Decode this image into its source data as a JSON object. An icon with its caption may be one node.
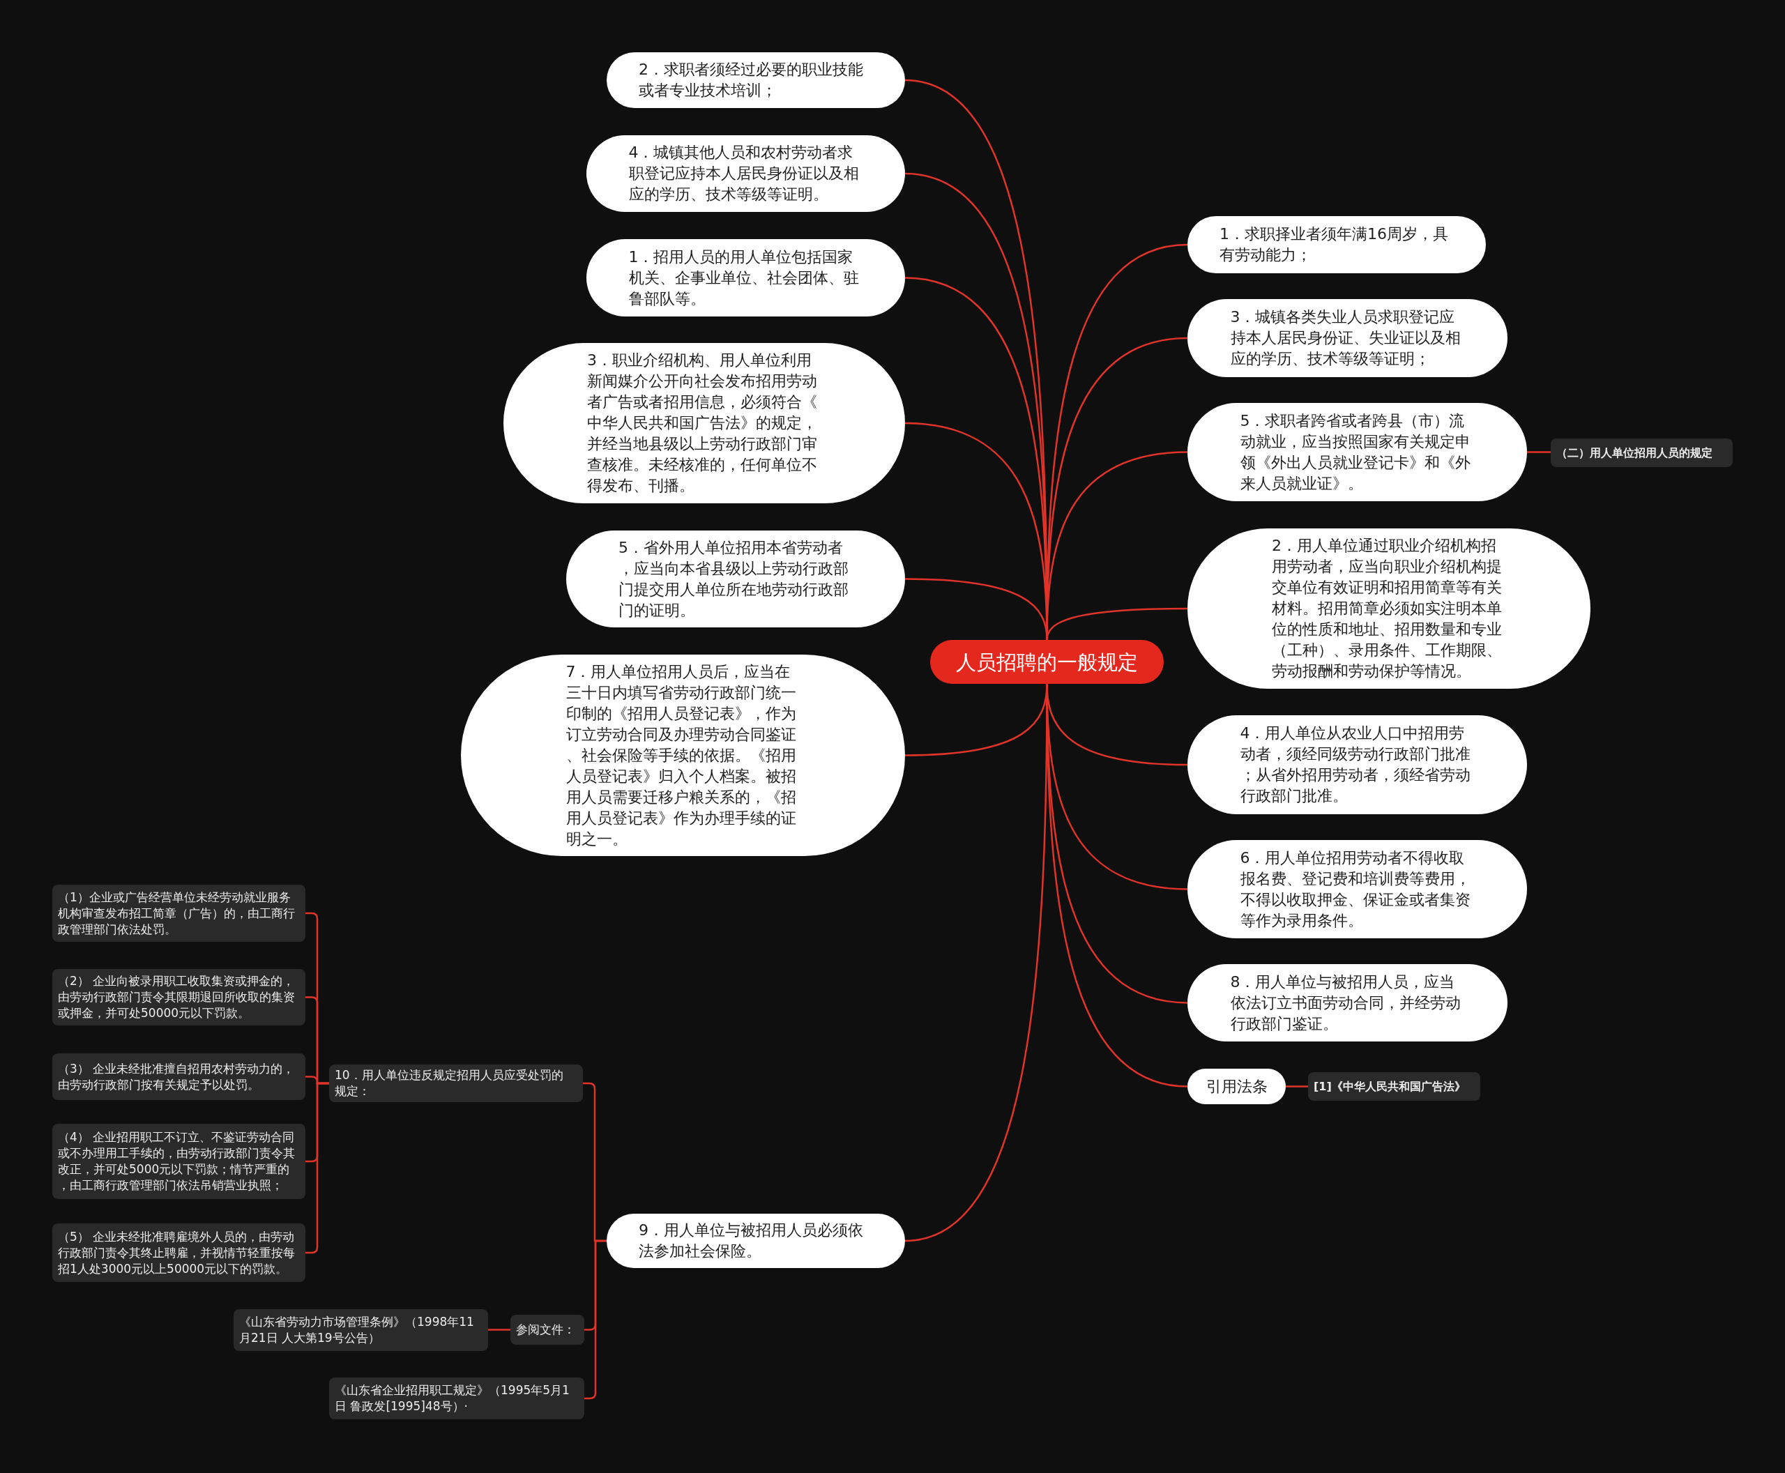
{
  "diagram": {
    "nodes": [
      {
        "text": [
          "人员招聘的一般规定"
        ]
      },
      {
        "text": [
          "2．求职者须经过必要的职业技能或者专业技术培训；"
        ]
      },
      {
        "text": [
          "4．城镇其他人员和农村劳动者求职登记应持本人居民身份证以及相应的学历、技术等级等证明。"
        ]
      },
      {
        "text": [
          "1．招用人员的用人单位包括国家机关、企事业单位、社会团体、驻鲁部队等。"
        ]
      },
      {
        "text": [
          "3．职业介绍机构、用人单位利用新闻媒介公开向社会发布招用劳动者广告或者招用信息，必须符合《中华人民共和国广告法》的规定，并经当地县级以上劳动行政部门审查核准。未经核准的，任何单位不得发布、刊播。"
        ]
      },
      {
        "text": [
          "5．省外用人单位招用本省劳动者，应当向本省县级以上劳动行政部门提交用人单位所在地劳动行政部门的证明。"
        ]
      },
      {
        "text": [
          "7．用人单位招用人员后，应当在三十日内填写省劳动行政部门统一印制的《招用人员登记表》，作为订立劳动合同及办理劳动合同鉴证、社会保险等手续的依据。《招用人员登记表》归入个人档案。被招用人员需要迁移户粮关系的，《招用人员登记表》作为办理手续的证明之一。"
        ]
      },
      {
        "text": [
          "9．用人单位与被招用人员必须依法参加社会保险。"
        ]
      },
      {
        "text": [
          "10．用人单位违反规定招用人员应受处罚的规定："
        ]
      },
      {
        "text": [
          "（1）企业或广告经营单位未经劳动就业服务机构审查发布招工简章（广告）的，由工商行政管理部门依法处罚。"
        ]
      },
      {
        "text": [
          "（2） 企业向被录用职工收取集资或押金的，由劳动行政部门责令其限期退回所收取的集资或押金，并可处50000元以下罚款。"
        ]
      },
      {
        "text": [
          "（3） 企业未经批准擅自招用农村劳动力的，由劳动行政部门按有关规定予以处罚。"
        ]
      },
      {
        "text": [
          "（4） 企业招用职工不订立、不鉴证劳动合同或不办理用工手续的，由劳动行政部门责令其改正，并可处5000元以下罚款；情节严重的，由工商行政管理部门依法吊销营业执照；"
        ]
      },
      {
        "text": [
          "（5） 企业未经批准聘雇境外人员的，由劳动行政部门责令其终止聘雇，并视情节轻重按每招1人处3000元以上50000元以下的罚款。"
        ]
      },
      {
        "text": [
          "参阅文件："
        ]
      },
      {
        "text": [
          "《山东省劳动力市场管理条例》（1998年11月21日 人大第19号公告）"
        ]
      },
      {
        "text": [
          "《山东省企业招用职工规定》（1995年5月1日 鲁政发[1995]48号）·"
        ]
      },
      {
        "text": [
          "1．求职择业者须年满16周岁，具有劳动能力；"
        ]
      },
      {
        "text": [
          "3．城镇各类失业人员求职登记应持本人居民身份证、失业证以及相应的学历、技术等级等证明；"
        ]
      },
      {
        "text": [
          "5．求职者跨省或者跨县（市）流动就业，应当按照国家有关规定申领《外出人员就业登记卡》和《外来人员就业证》。"
        ]
      },
      {
        "text": [
          "（二）用人单位招用人员的规定"
        ]
      },
      {
        "text": [
          "2．用人单位通过职业介绍机构招用劳动者，应当向职业介绍机构提交单位有效证明和招用简章等有关材料。招用简章必须如实注明本单位的性质和地址、招用数量和专业（工种）、录用条件、工作期限、劳动报酬和劳动保护等情况。"
        ]
      },
      {
        "text": [
          "4．用人单位从农业人口中招用劳动者，须经同级劳动行政部门批准；从省外招用劳动者，须经省劳动行政部门批准。"
        ]
      },
      {
        "text": [
          "6．用人单位招用劳动者不得收取报名费、登记费和培训费等费用，不得以收取押金、保证金或者集资等作为录用条件。"
        ]
      },
      {
        "text": [
          "8．用人单位与被招用人员，应当依法订立书面劳动合同，并经劳动行政部门鉴证。"
        ]
      },
      {
        "text": [
          "引用法条"
        ]
      },
      {
        "text": [
          "[1]《中华人民共和国广告法》"
        ]
      }
    ],
    "edges": [
      {
        "from": 0,
        "to": 1,
        "arrow": "none"
      },
      {
        "from": 0,
        "to": 2,
        "arrow": "none"
      },
      {
        "from": 0,
        "to": 3,
        "arrow": "none"
      },
      {
        "from": 0,
        "to": 4,
        "arrow": "none"
      },
      {
        "from": 0,
        "to": 5,
        "arrow": "none"
      },
      {
        "from": 0,
        "to": 6,
        "arrow": "none"
      },
      {
        "from": 0,
        "to": 7,
        "arrow": "none"
      },
      {
        "from": 7,
        "to": 8,
        "arrow": "none"
      },
      {
        "from": 8,
        "to": 9,
        "arrow": "none"
      },
      {
        "from": 8,
        "to": 10,
        "arrow": "none"
      },
      {
        "from": 8,
        "to": 11,
        "arrow": "none"
      },
      {
        "from": 8,
        "to": 12,
        "arrow": "none"
      },
      {
        "from": 8,
        "to": 13,
        "arrow": "none"
      },
      {
        "from": 7,
        "to": 14,
        "arrow": "none"
      },
      {
        "from": 14,
        "to": 15,
        "arrow": "none"
      },
      {
        "from": 7,
        "to": 16,
        "arrow": "none"
      },
      {
        "from": 0,
        "to": 17,
        "arrow": "none"
      },
      {
        "from": 0,
        "to": 18,
        "arrow": "none"
      },
      {
        "from": 0,
        "to": 19,
        "arrow": "none"
      },
      {
        "from": 19,
        "to": 20,
        "arrow": "none"
      },
      {
        "from": 0,
        "to": 21,
        "arrow": "none"
      },
      {
        "from": 0,
        "to": 22,
        "arrow": "none"
      },
      {
        "from": 0,
        "to": 23,
        "arrow": "none"
      },
      {
        "from": 0,
        "to": 24,
        "arrow": "none"
      },
      {
        "from": 0,
        "to": 25,
        "arrow": "none"
      },
      {
        "from": 25,
        "to": 26,
        "arrow": "none"
      }
    ]
  }
}
